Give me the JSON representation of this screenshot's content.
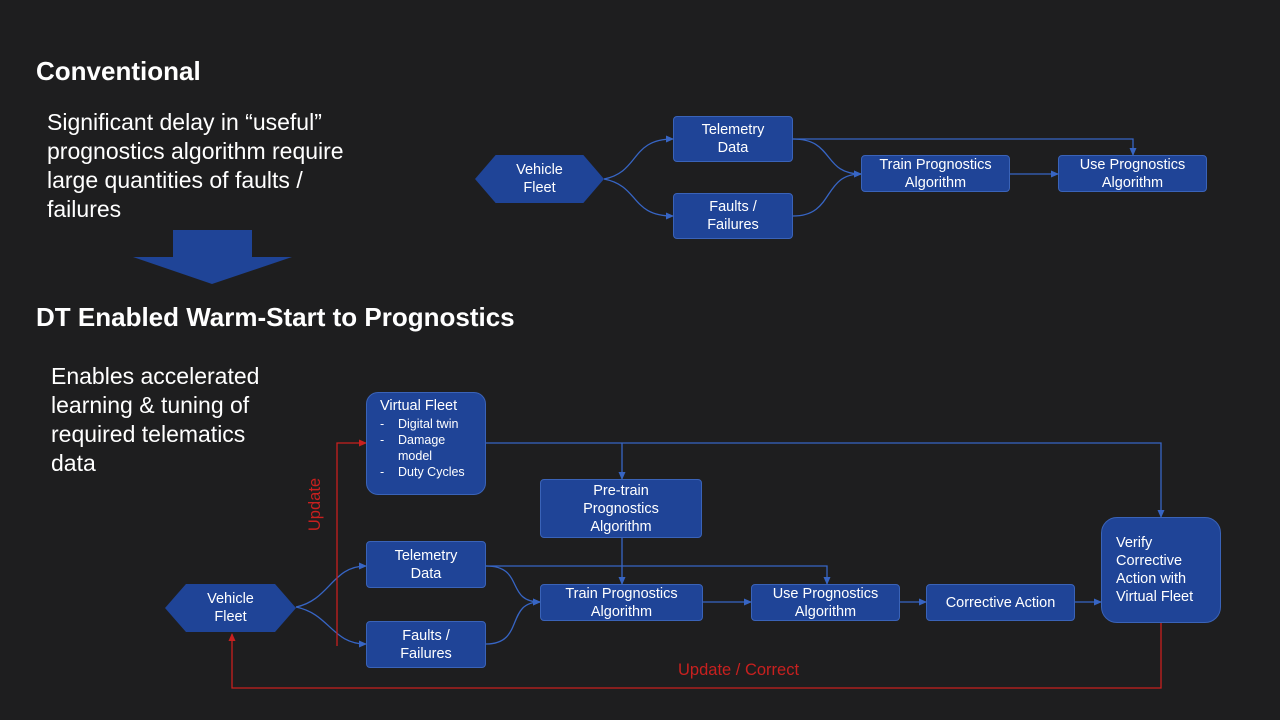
{
  "conventional": {
    "heading": "Conventional",
    "description_lines": [
      "Significant delay in “useful”",
      "prognostics algorithm require",
      "large quantities of faults /",
      "failures"
    ],
    "nodes": {
      "vehicle_fleet": [
        "Vehicle",
        "Fleet"
      ],
      "telemetry_data": [
        "Telemetry",
        "Data"
      ],
      "faults_failures": [
        "Faults /",
        "Failures"
      ],
      "train_prognostics": [
        "Train Prognostics",
        "Algorithm"
      ],
      "use_prognostics": [
        "Use Prognostics",
        "Algorithm"
      ]
    }
  },
  "dt_enabled": {
    "heading": "DT Enabled Warm-Start to Prognostics",
    "description_lines": [
      "Enables accelerated",
      "learning & tuning of",
      "required telematics",
      "data"
    ],
    "nodes": {
      "virtual_fleet": {
        "title": "Virtual Fleet",
        "items": [
          {
            "bullet": "-",
            "lines": [
              "Digital twin"
            ]
          },
          {
            "bullet": "-",
            "lines": [
              "Damage",
              "model"
            ]
          },
          {
            "bullet": "-",
            "lines": [
              "Duty Cycles"
            ]
          }
        ]
      },
      "pretrain_prognostics": [
        "Pre-train",
        "Prognostics",
        "Algorithm"
      ],
      "vehicle_fleet": [
        "Vehicle",
        "Fleet"
      ],
      "telemetry_data": [
        "Telemetry",
        "Data"
      ],
      "faults_failures": [
        "Faults /",
        "Failures"
      ],
      "train_prognostics": [
        "Train Prognostics",
        "Algorithm"
      ],
      "use_prognostics": [
        "Use Prognostics",
        "Algorithm"
      ],
      "corrective_action": "Corrective Action",
      "verify_corrective": [
        "Verify",
        "Corrective",
        "Action with",
        "Virtual Fleet"
      ]
    },
    "labels": {
      "update": "Update",
      "update_correct": "Update / Correct"
    }
  },
  "colors": {
    "background": "#1e1e1f",
    "box_fill": "#1f4497",
    "box_border": "#3a63b8",
    "connector": "#3765c4",
    "feedback": "#c8201f",
    "text": "#ffffff"
  }
}
